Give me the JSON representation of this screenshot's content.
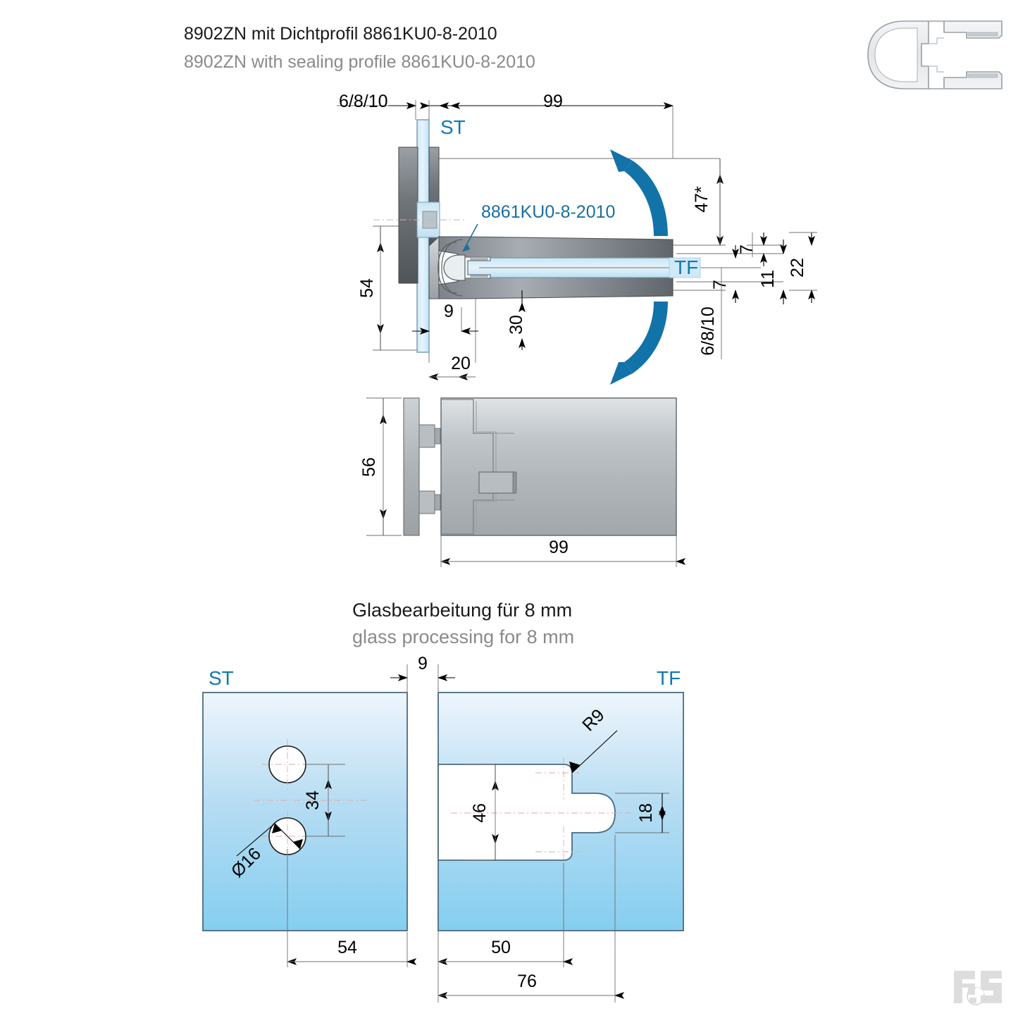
{
  "header": {
    "title_de": "8902ZN mit Dichtprofil 8861KU0-8-2010",
    "title_en": "8902ZN with sealing profile 8861KU0-8-2010",
    "profile_icon": "sealing-profile-cross-section-icon",
    "logo": "rs-logo"
  },
  "colors": {
    "accent_blue": "#1273a8",
    "label_blue": "#1279b0",
    "glass_top": "#eef6fc",
    "glass_bottom": "#85cef0",
    "metal_dark": "#6e7478",
    "metal_light": "#c9ced2",
    "dim_line": "#000000",
    "ext_line": "#6f6f6f",
    "center_line": "#e0a9a9",
    "title_grey": "#8a8a8a"
  },
  "plan_view": {
    "labels": {
      "glass_thickness_left": "6/8/10",
      "glass_thickness_right": "6/8/10",
      "st": "ST",
      "tf": "TF",
      "seal_part_no": "8861KU0-8-2010"
    },
    "dimensions": {
      "width_99": "99",
      "open_angle_47": "47*",
      "height_54": "54",
      "offset_9": "9",
      "depth_30": "30",
      "base_20": "20",
      "stack_7_upper": "7",
      "stack_7_lower": "7",
      "stack_11": "11",
      "stack_22": "22"
    },
    "rotation_arrows": [
      "open-up-arrow",
      "open-down-arrow"
    ]
  },
  "elevation_view": {
    "dimensions": {
      "height_56": "56",
      "width_99": "99"
    }
  },
  "glass_processing": {
    "heading_de": "Glasbearbeitung für 8 mm",
    "heading_en": "glass processing for 8 mm",
    "gap_9": "9",
    "st_panel": {
      "label": "ST",
      "hole_diameter": "Ø16",
      "hole_spacing": "34",
      "edge_distance": "54"
    },
    "tf_panel": {
      "label": "TF",
      "radius": "R9",
      "cutout_height": "46",
      "notch_height": "18",
      "dim_50": "50",
      "dim_76": "76"
    }
  }
}
